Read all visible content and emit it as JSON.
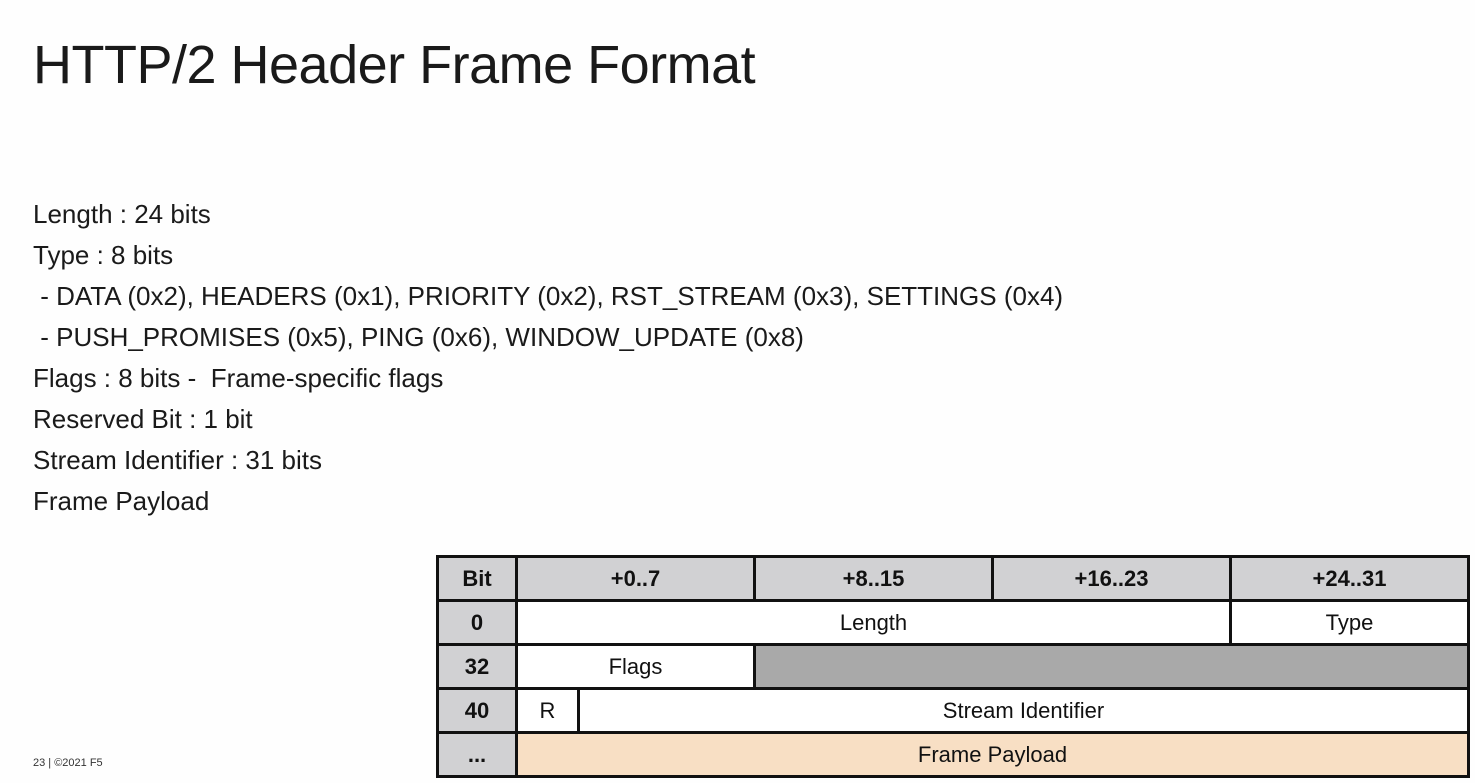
{
  "title": "HTTP/2 Header Frame Format",
  "bullets": [
    "Length : 24 bits",
    "Type : 8 bits",
    " - DATA (0x2), HEADERS (0x1), PRIORITY (0x2), RST_STREAM (0x3), SETTINGS (0x4)",
    " - PUSH_PROMISES (0x5), PING (0x6), WINDOW_UPDATE (0x8)",
    "Flags : 8 bits -  Frame-specific flags",
    "Reserved Bit : 1 bit",
    "Stream Identifier : 31 bits",
    "Frame Payload"
  ],
  "footer": "23 | ©2021 F5",
  "frame_table": {
    "header": {
      "bit": "Bit",
      "cols": [
        "+0..7",
        "+8..15",
        "+16..23",
        "+24..31"
      ]
    },
    "rows": [
      {
        "offset": "0",
        "length": "Length",
        "type": "Type"
      },
      {
        "offset": "32",
        "flags": "Flags"
      },
      {
        "offset": "40",
        "reserved": "R",
        "stream": "Stream Identifier"
      },
      {
        "offset": "...",
        "payload": "Frame Payload"
      }
    ]
  }
}
